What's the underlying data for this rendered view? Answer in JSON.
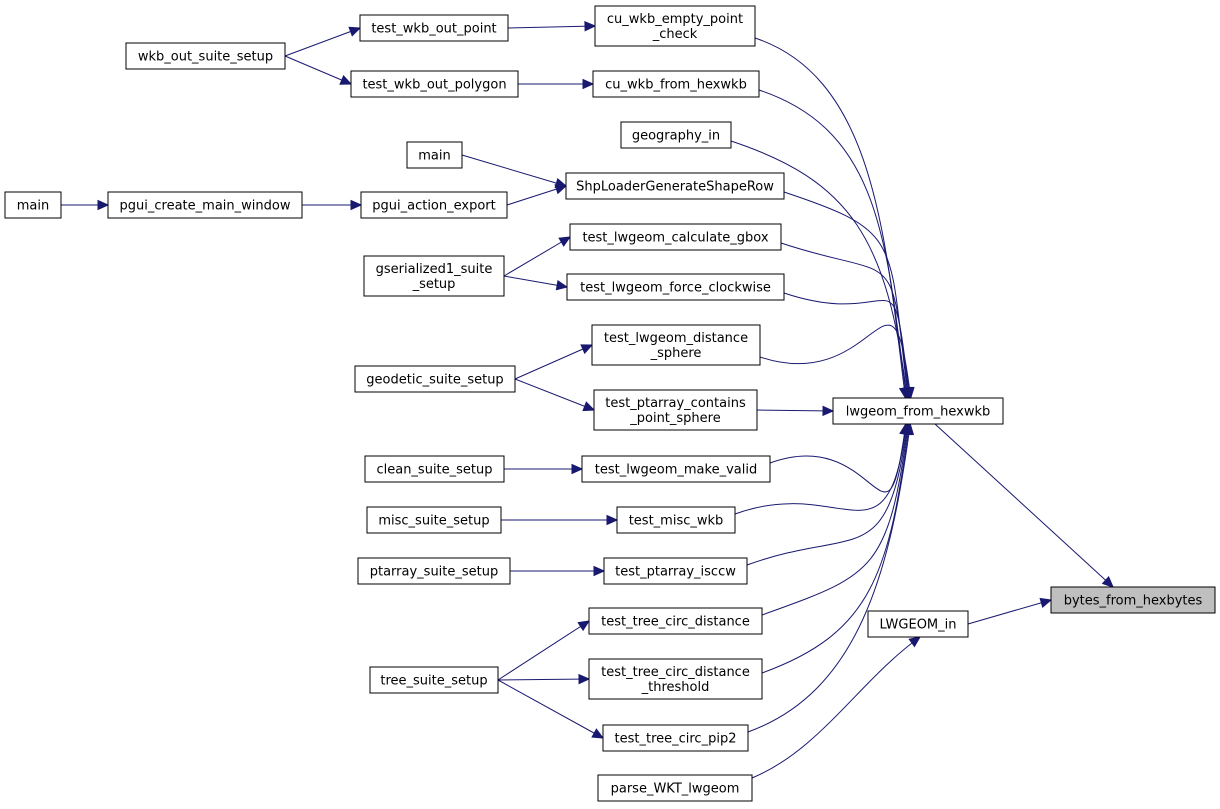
{
  "graph": {
    "nodes": {
      "main_b": {
        "lines": [
          "main"
        ]
      },
      "pgui_create_main_window": {
        "lines": [
          "pgui_create_main_window"
        ]
      },
      "wkb_out_suite_setup": {
        "lines": [
          "wkb_out_suite_setup"
        ]
      },
      "main_a": {
        "lines": [
          "main"
        ]
      },
      "pgui_action_export": {
        "lines": [
          "pgui_action_export"
        ]
      },
      "gserialized1_suite_setup": {
        "lines": [
          "gserialized1_suite",
          "_setup"
        ]
      },
      "geodetic_suite_setup": {
        "lines": [
          "geodetic_suite_setup"
        ]
      },
      "clean_suite_setup": {
        "lines": [
          "clean_suite_setup"
        ]
      },
      "misc_suite_setup": {
        "lines": [
          "misc_suite_setup"
        ]
      },
      "ptarray_suite_setup": {
        "lines": [
          "ptarray_suite_setup"
        ]
      },
      "tree_suite_setup": {
        "lines": [
          "tree_suite_setup"
        ]
      },
      "test_wkb_out_point": {
        "lines": [
          "test_wkb_out_point"
        ]
      },
      "test_wkb_out_polygon": {
        "lines": [
          "test_wkb_out_polygon"
        ]
      },
      "cu_wkb_empty_point_check": {
        "lines": [
          "cu_wkb_empty_point",
          "_check"
        ]
      },
      "cu_wkb_from_hexwkb": {
        "lines": [
          "cu_wkb_from_hexwkb"
        ]
      },
      "geography_in": {
        "lines": [
          "geography_in"
        ]
      },
      "ShpLoaderGenerateShapeRow": {
        "lines": [
          "ShpLoaderGenerateShapeRow"
        ]
      },
      "test_lwgeom_calculate_gbox": {
        "lines": [
          "test_lwgeom_calculate_gbox"
        ]
      },
      "test_lwgeom_force_clockwise": {
        "lines": [
          "test_lwgeom_force_clockwise"
        ]
      },
      "test_lwgeom_distance_sphere": {
        "lines": [
          "test_lwgeom_distance",
          "_sphere"
        ]
      },
      "test_ptarray_contains_point_sphere": {
        "lines": [
          "test_ptarray_contains",
          "_point_sphere"
        ]
      },
      "test_lwgeom_make_valid": {
        "lines": [
          "test_lwgeom_make_valid"
        ]
      },
      "test_misc_wkb": {
        "lines": [
          "test_misc_wkb"
        ]
      },
      "test_ptarray_isccw": {
        "lines": [
          "test_ptarray_isccw"
        ]
      },
      "test_tree_circ_distance": {
        "lines": [
          "test_tree_circ_distance"
        ]
      },
      "test_tree_circ_distance_threshold": {
        "lines": [
          "test_tree_circ_distance",
          "_threshold"
        ]
      },
      "test_tree_circ_pip2": {
        "lines": [
          "test_tree_circ_pip2"
        ]
      },
      "parse_WKT_lwgeom": {
        "lines": [
          "parse_WKT_lwgeom"
        ]
      },
      "lwgeom_from_hexwkb": {
        "lines": [
          "lwgeom_from_hexwkb"
        ]
      },
      "LWGEOM_in": {
        "lines": [
          "LWGEOM_in"
        ]
      },
      "bytes_from_hexbytes": {
        "lines": [
          "bytes_from_hexbytes"
        ]
      }
    },
    "edges": [
      [
        "main_b",
        "pgui_create_main_window"
      ],
      [
        "pgui_create_main_window",
        "pgui_action_export"
      ],
      [
        "pgui_action_export",
        "ShpLoaderGenerateShapeRow"
      ],
      [
        "main_a",
        "ShpLoaderGenerateShapeRow"
      ],
      [
        "wkb_out_suite_setup",
        "test_wkb_out_point"
      ],
      [
        "wkb_out_suite_setup",
        "test_wkb_out_polygon"
      ],
      [
        "test_wkb_out_point",
        "cu_wkb_empty_point_check"
      ],
      [
        "test_wkb_out_polygon",
        "cu_wkb_from_hexwkb"
      ],
      [
        "gserialized1_suite_setup",
        "test_lwgeom_calculate_gbox"
      ],
      [
        "gserialized1_suite_setup",
        "test_lwgeom_force_clockwise"
      ],
      [
        "geodetic_suite_setup",
        "test_lwgeom_distance_sphere"
      ],
      [
        "geodetic_suite_setup",
        "test_ptarray_contains_point_sphere"
      ],
      [
        "clean_suite_setup",
        "test_lwgeom_make_valid"
      ],
      [
        "misc_suite_setup",
        "test_misc_wkb"
      ],
      [
        "ptarray_suite_setup",
        "test_ptarray_isccw"
      ],
      [
        "tree_suite_setup",
        "test_tree_circ_distance"
      ],
      [
        "tree_suite_setup",
        "test_tree_circ_distance_threshold"
      ],
      [
        "tree_suite_setup",
        "test_tree_circ_pip2"
      ],
      [
        "cu_wkb_empty_point_check",
        "lwgeom_from_hexwkb"
      ],
      [
        "cu_wkb_from_hexwkb",
        "lwgeom_from_hexwkb"
      ],
      [
        "geography_in",
        "lwgeom_from_hexwkb"
      ],
      [
        "ShpLoaderGenerateShapeRow",
        "lwgeom_from_hexwkb"
      ],
      [
        "test_lwgeom_calculate_gbox",
        "lwgeom_from_hexwkb"
      ],
      [
        "test_lwgeom_force_clockwise",
        "lwgeom_from_hexwkb"
      ],
      [
        "test_lwgeom_distance_sphere",
        "lwgeom_from_hexwkb"
      ],
      [
        "test_ptarray_contains_point_sphere",
        "lwgeom_from_hexwkb"
      ],
      [
        "test_lwgeom_make_valid",
        "lwgeom_from_hexwkb"
      ],
      [
        "test_misc_wkb",
        "lwgeom_from_hexwkb"
      ],
      [
        "test_ptarray_isccw",
        "lwgeom_from_hexwkb"
      ],
      [
        "test_tree_circ_distance",
        "lwgeom_from_hexwkb"
      ],
      [
        "test_tree_circ_distance_threshold",
        "lwgeom_from_hexwkb"
      ],
      [
        "test_tree_circ_pip2",
        "lwgeom_from_hexwkb"
      ],
      [
        "parse_WKT_lwgeom",
        "LWGEOM_in"
      ],
      [
        "lwgeom_from_hexwkb",
        "bytes_from_hexbytes"
      ],
      [
        "LWGEOM_in",
        "bytes_from_hexbytes"
      ]
    ],
    "colors": {
      "edge": "#191970",
      "focus_fill": "#bfbfbf"
    }
  }
}
